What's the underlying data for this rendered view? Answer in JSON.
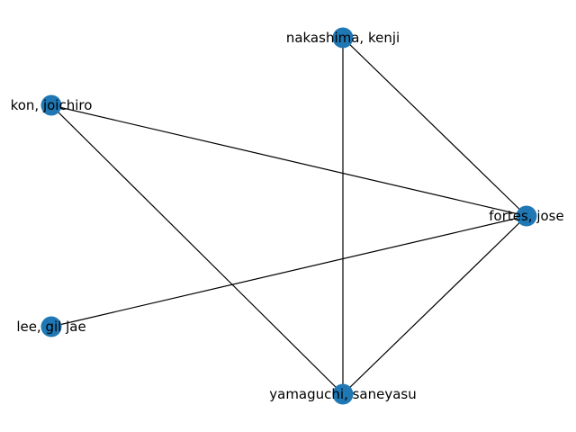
{
  "graph": {
    "node_color": "#1f77b4",
    "edge_color": "#000000",
    "label_color": "#000000",
    "nodes": [
      {
        "id": "nakashima",
        "label": "nakashima, kenji"
      },
      {
        "id": "kon",
        "label": "kon, joichiro"
      },
      {
        "id": "fortes",
        "label": "fortes, jose"
      },
      {
        "id": "lee",
        "label": "lee, gil jae"
      },
      {
        "id": "yamaguchi",
        "label": "yamaguchi, saneyasu"
      }
    ],
    "edges": [
      {
        "source": "nakashima",
        "target": "fortes"
      },
      {
        "source": "nakashima",
        "target": "yamaguchi"
      },
      {
        "source": "kon",
        "target": "fortes"
      },
      {
        "source": "kon",
        "target": "yamaguchi"
      },
      {
        "source": "lee",
        "target": "fortes"
      },
      {
        "source": "fortes",
        "target": "yamaguchi"
      }
    ]
  }
}
